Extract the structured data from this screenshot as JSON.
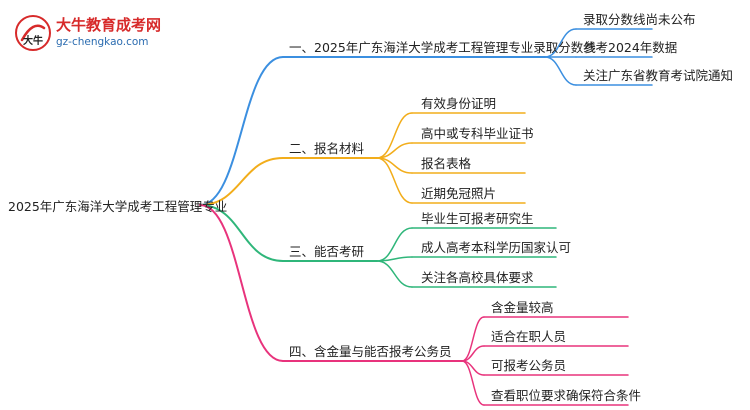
{
  "logo": {
    "title": "大牛教育成考网",
    "url": "gz-chengkao.com",
    "badge_text": "大牛"
  },
  "root": {
    "label": "2025年广东海洋大学成考工程管理专业"
  },
  "branches": [
    {
      "label": "一、2025年广东海洋大学成考工程管理专业录取分数线",
      "color": "#3b8fe0",
      "children": [
        "录取分数线尚未公布",
        "参考2024年数据",
        "关注广东省教育考试院通知"
      ]
    },
    {
      "label": "二、报名材料",
      "color": "#f2ad1b",
      "children": [
        "有效身份证明",
        "高中或专科毕业证书",
        "报名表格",
        "近期免冠照片"
      ]
    },
    {
      "label": "三、能否考研",
      "color": "#2fb67a",
      "children": [
        "毕业生可报考研究生",
        "成人高考本科学历国家认可",
        "关注各高校具体要求"
      ]
    },
    {
      "label": "四、含金量与能否报考公务员",
      "color": "#e8337c",
      "children": [
        "含金量较高",
        "适合在职人员",
        "可报考公务员",
        "查看职位要求确保符合条件"
      ]
    }
  ]
}
